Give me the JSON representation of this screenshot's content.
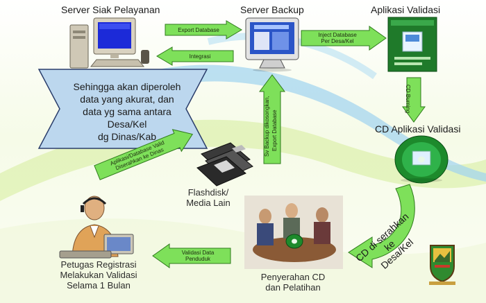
{
  "nodes": {
    "server_siak": "Server Siak Pelayanan",
    "server_backup": "Server Backup",
    "aplikasi_validasi": "Aplikasi Validasi",
    "cd_aplikasi_validasi": "CD Aplikasi Validasi",
    "flashdisk_line1": "Flashdisk/",
    "flashdisk_line2": "Media Lain",
    "petugas_line1": "Petugas Registrasi",
    "petugas_line2": "Melakukan Validasi",
    "petugas_line3": "Selama 1 Bulan",
    "penyerahan_line1": "Penyerahan CD",
    "penyerahan_line2": "dan Pelatihan"
  },
  "banner": {
    "line1": "Sehingga akan diperoleh",
    "line2": "data yang akurat, dan",
    "line3": "data yg sama antara",
    "line4": "Desa/Kel",
    "line5": "dg Dinas/Kab"
  },
  "arrows": {
    "export_database": "Export Database",
    "integrasi": "Integrasi",
    "inject_line1": "Inject Database",
    "inject_line2": "Per Desa/Kel",
    "sv_backup_line1": "Sv Backup dikosongkan,",
    "sv_backup_line2": "Export Database",
    "cd_burning": "CD Burning",
    "aplikasi_line1": "Aplikasi/Database Valid",
    "aplikasi_line2": "Diserahkan ke Dinas",
    "validasi_line1": "Validasi Data",
    "validasi_line2": "Penduduk",
    "cd_serahkan_line1": "CD di serahkan ke",
    "cd_serahkan_line2": "Desa/Kel"
  },
  "colors": {
    "arrow_fill": "#7ee05a",
    "arrow_stroke": "#2f7a1c",
    "banner_fill": "#bcd7ee",
    "swoosh_blue": "#9fd3ef",
    "swoosh_green": "#d6ec9a"
  },
  "icons": {
    "server_siak": "desktop-computer-icon",
    "server_backup": "monitor-icon",
    "aplikasi_validasi": "application-window-icon",
    "cd": "cd-disc-icon",
    "flashdisk": "floppy-disks-icon",
    "petugas": "operator-headset-icon",
    "penyerahan": "meeting-people-icon",
    "logo": "regional-emblem-icon"
  }
}
